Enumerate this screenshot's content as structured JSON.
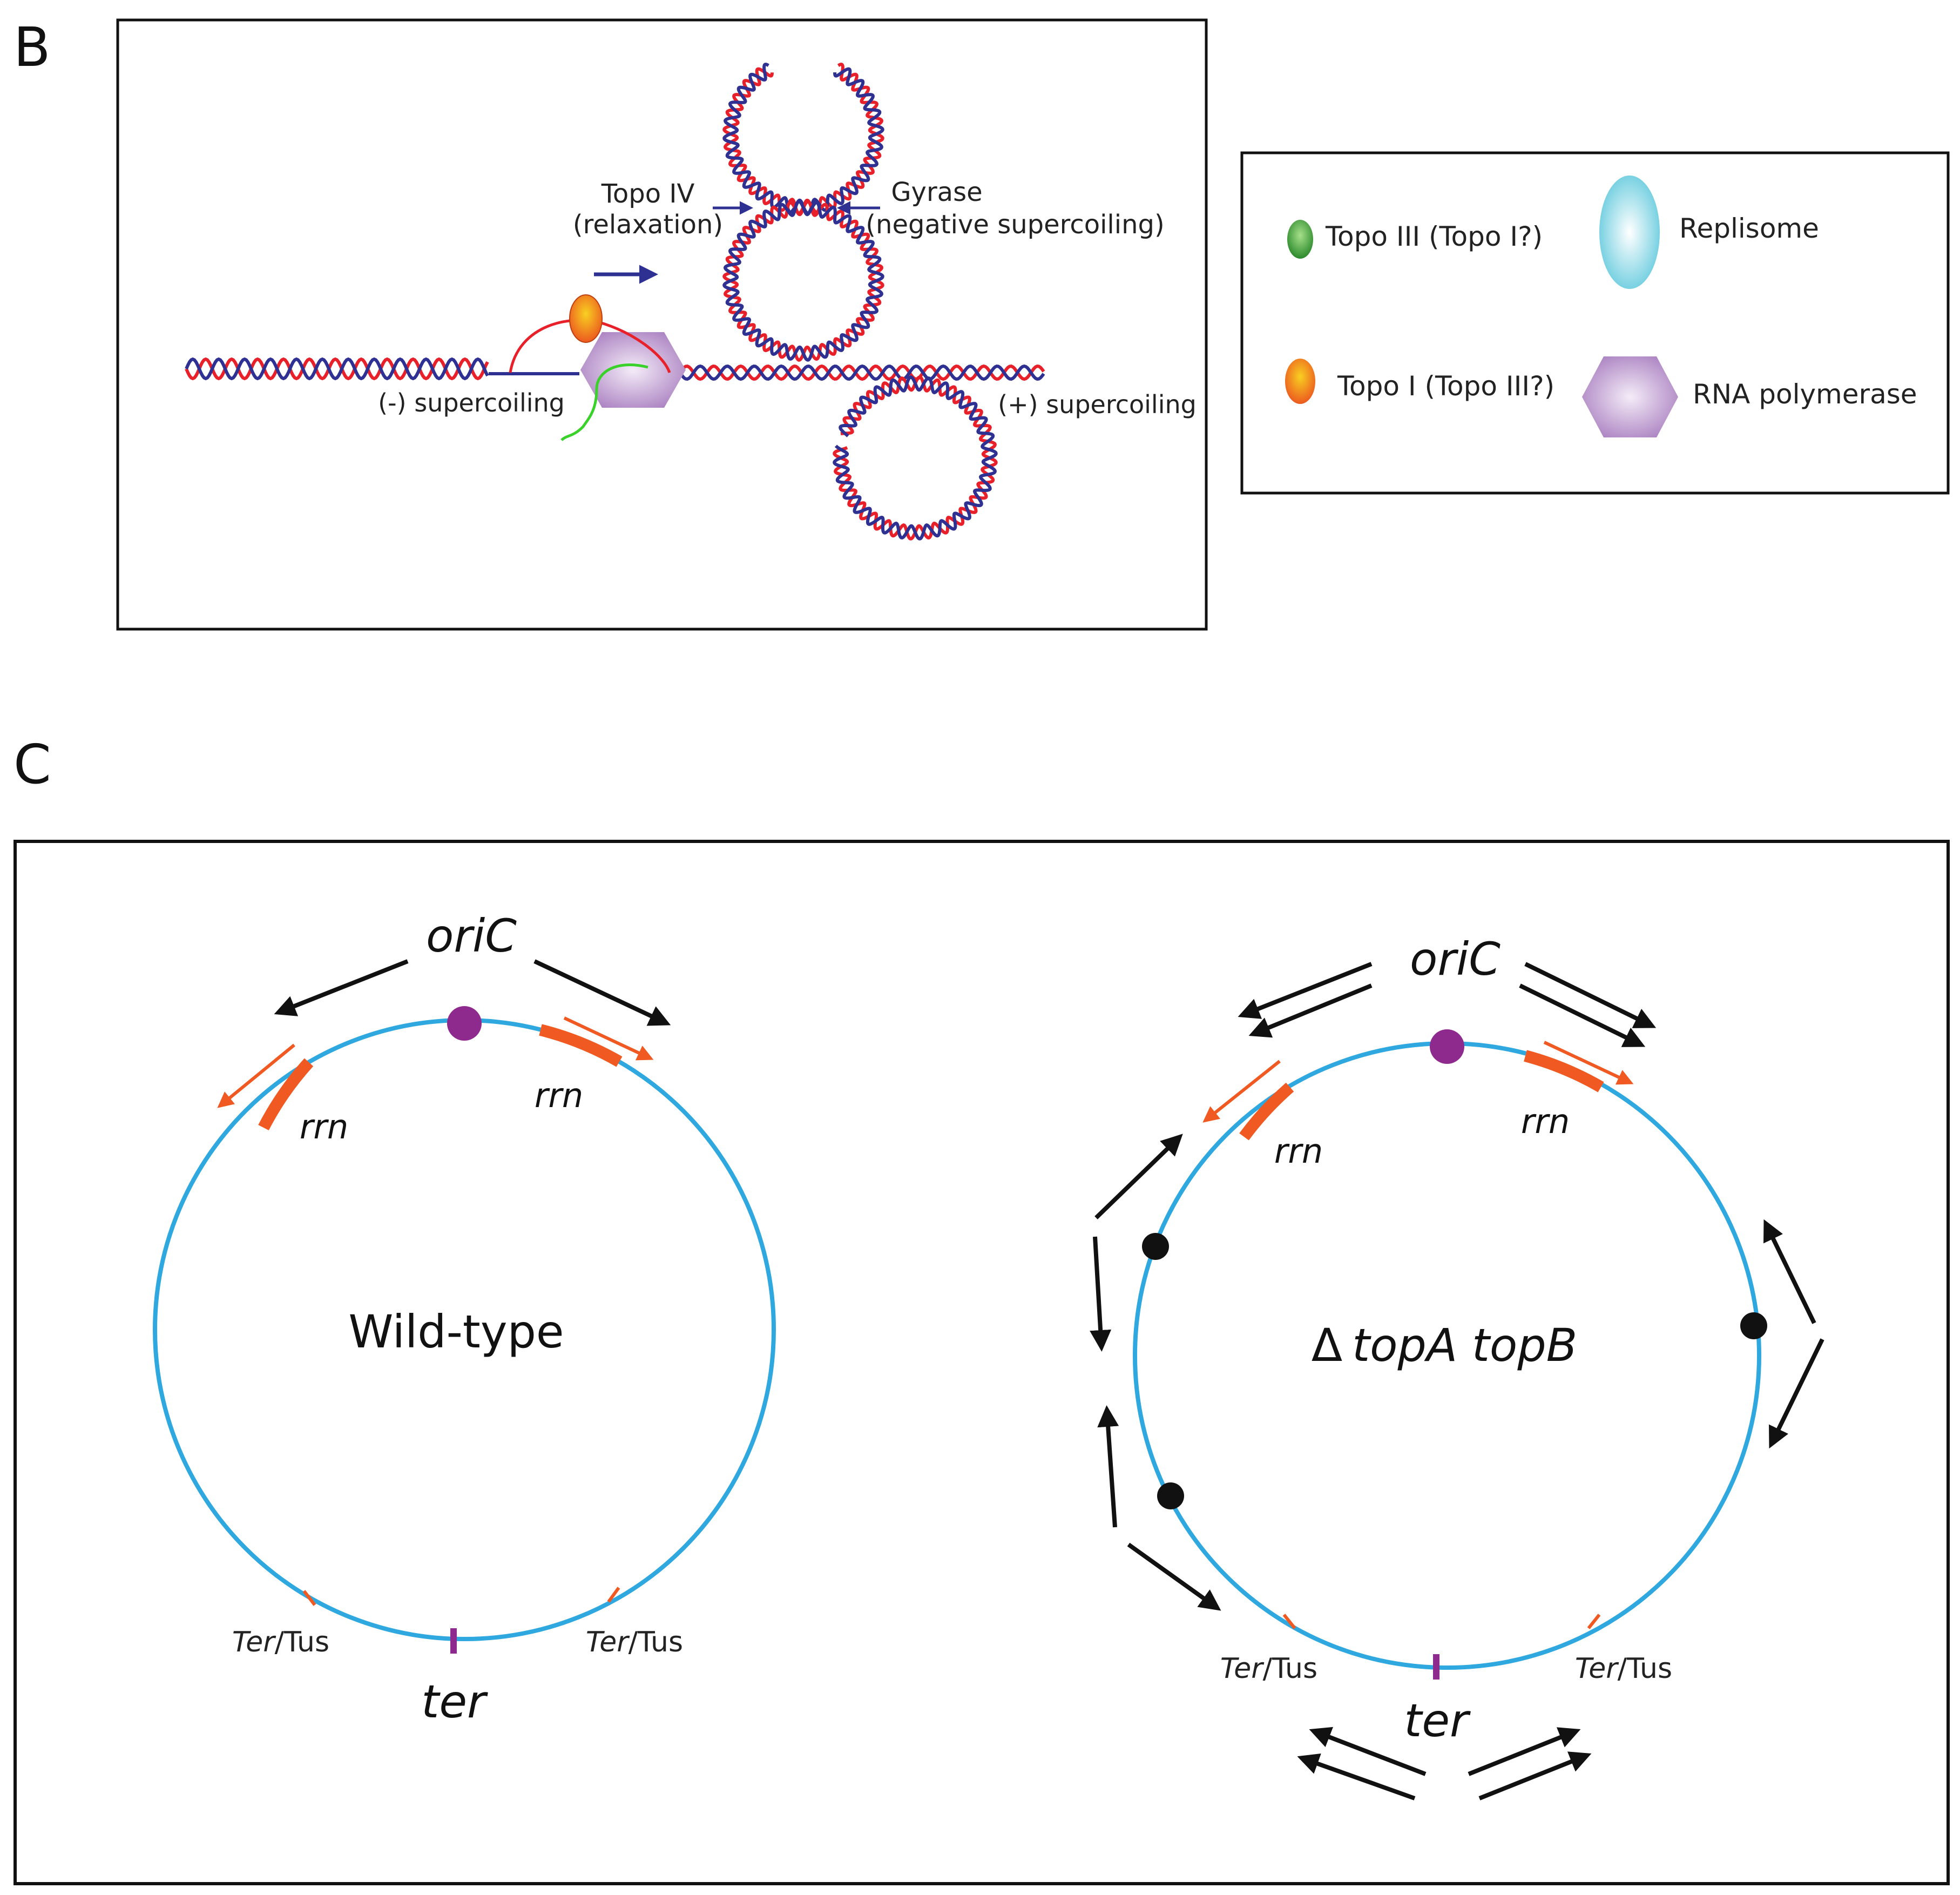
{
  "panel_b": {
    "letter": "B",
    "label_topo4": "Topo IV",
    "label_topo4_sub": "(relaxation)",
    "label_gyrase": "Gyrase",
    "label_gyrase_sub": "(negative supercoiling)",
    "label_neg": "(-) supercoiling",
    "label_pos": "(+) supercoiling"
  },
  "legend": {
    "items": [
      {
        "label": "Topo III (Topo I?)",
        "icon": "green-ellipse-icon",
        "color": "#3a9a3a"
      },
      {
        "label": "Replisome",
        "icon": "cyan-ellipse-icon",
        "color": "#7fd3e0"
      },
      {
        "label": "Topo I (Topo III?)",
        "icon": "orange-ellipse-icon",
        "color": "#f08020"
      },
      {
        "label": "RNA polymerase",
        "icon": "purple-hexagon-icon",
        "color": "#b58fc8"
      }
    ]
  },
  "panel_c": {
    "letter": "C",
    "wildtype": {
      "title": "Wild-type",
      "ori": "oriC",
      "rrn_left": "rrn",
      "rrn_right": "rrn",
      "ter": "ter",
      "ter_tus_left_it": "Ter",
      "ter_tus_left_rest": "/Tus",
      "ter_tus_right_it": "Ter",
      "ter_tus_right_rest": "/Tus"
    },
    "mutant": {
      "title_prefix": "Δ",
      "title": "topA topB",
      "ori": "oriC",
      "rrn_left": "rrn",
      "rrn_right": "rrn",
      "ter": "ter",
      "ter_tus_left_it": "Ter",
      "ter_tus_left_rest": "/Tus",
      "ter_tus_right_it": "Ter",
      "ter_tus_right_rest": "/Tus"
    }
  },
  "colors": {
    "strand_red": "#e8202a",
    "strand_blue": "#2e3192",
    "chromosome": "#2fa8e0",
    "origin": "#8e2a8e",
    "rrn": "#f05a22",
    "arrow": "#111111"
  }
}
